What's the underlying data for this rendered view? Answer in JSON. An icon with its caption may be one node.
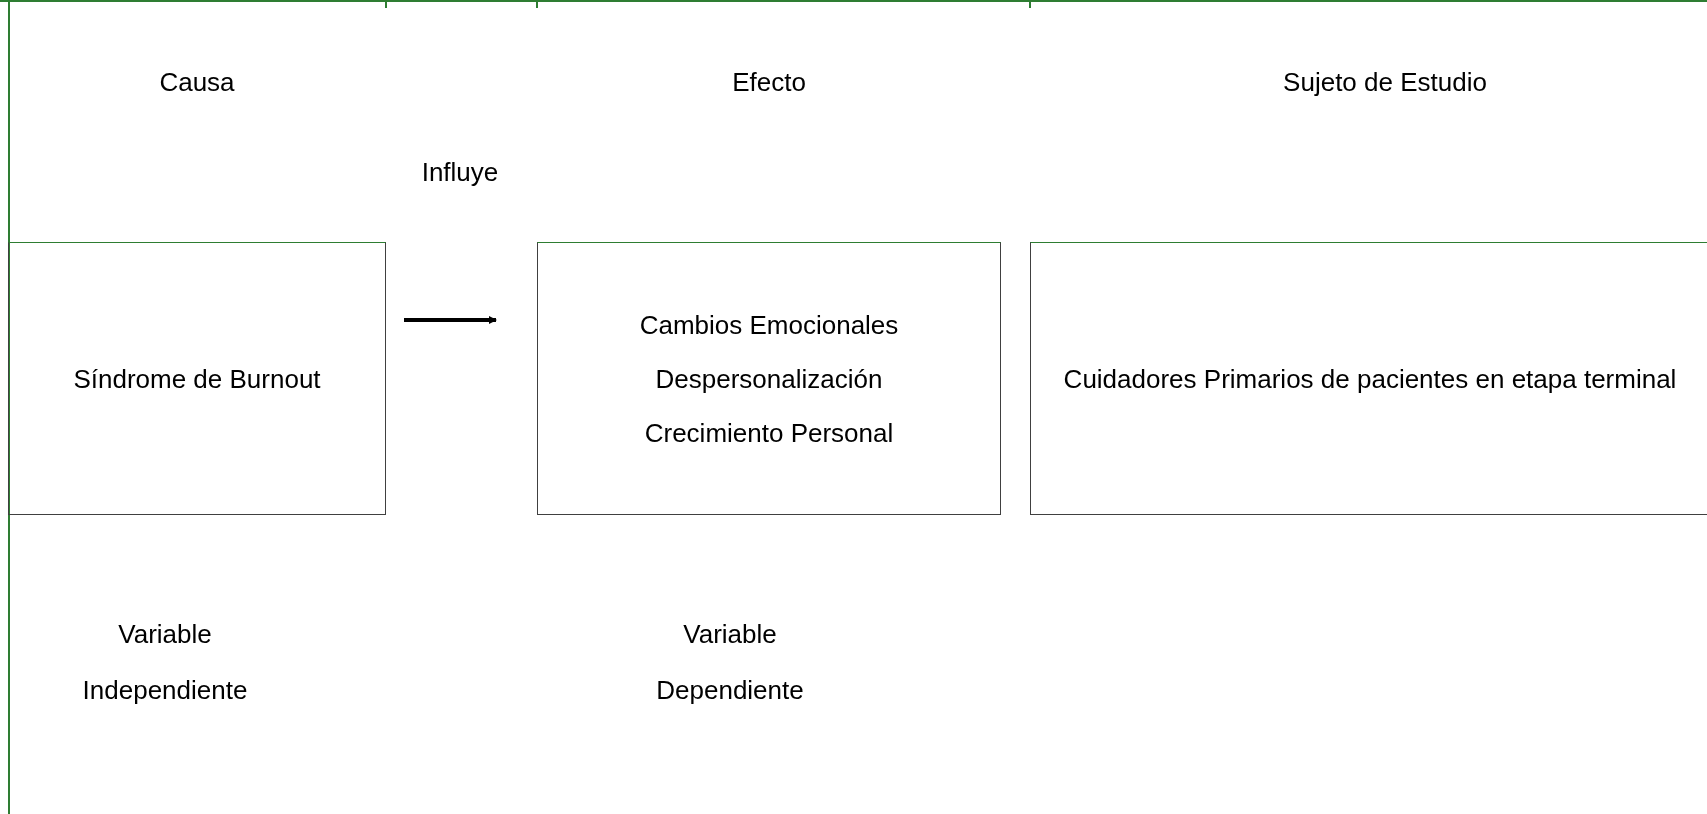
{
  "diagram": {
    "nodes": [
      {
        "text": [
          "Síndrome de Burnout"
        ]
      },
      {
        "text": [
          "Cambios Emocionales",
          "Despersonalización",
          "Crecimiento Personal"
        ]
      },
      {
        "text": [
          "Cuidadores Primarios de pacientes en etapa terminal"
        ]
      }
    ],
    "edges": [
      {
        "from": 0,
        "to": 1,
        "arrow": "to"
      }
    ],
    "labels": [
      "Causa",
      "Efecto",
      "Sujeto de Estudio",
      "Influye",
      "Variable Independiente",
      "Variable Dependiente"
    ]
  }
}
